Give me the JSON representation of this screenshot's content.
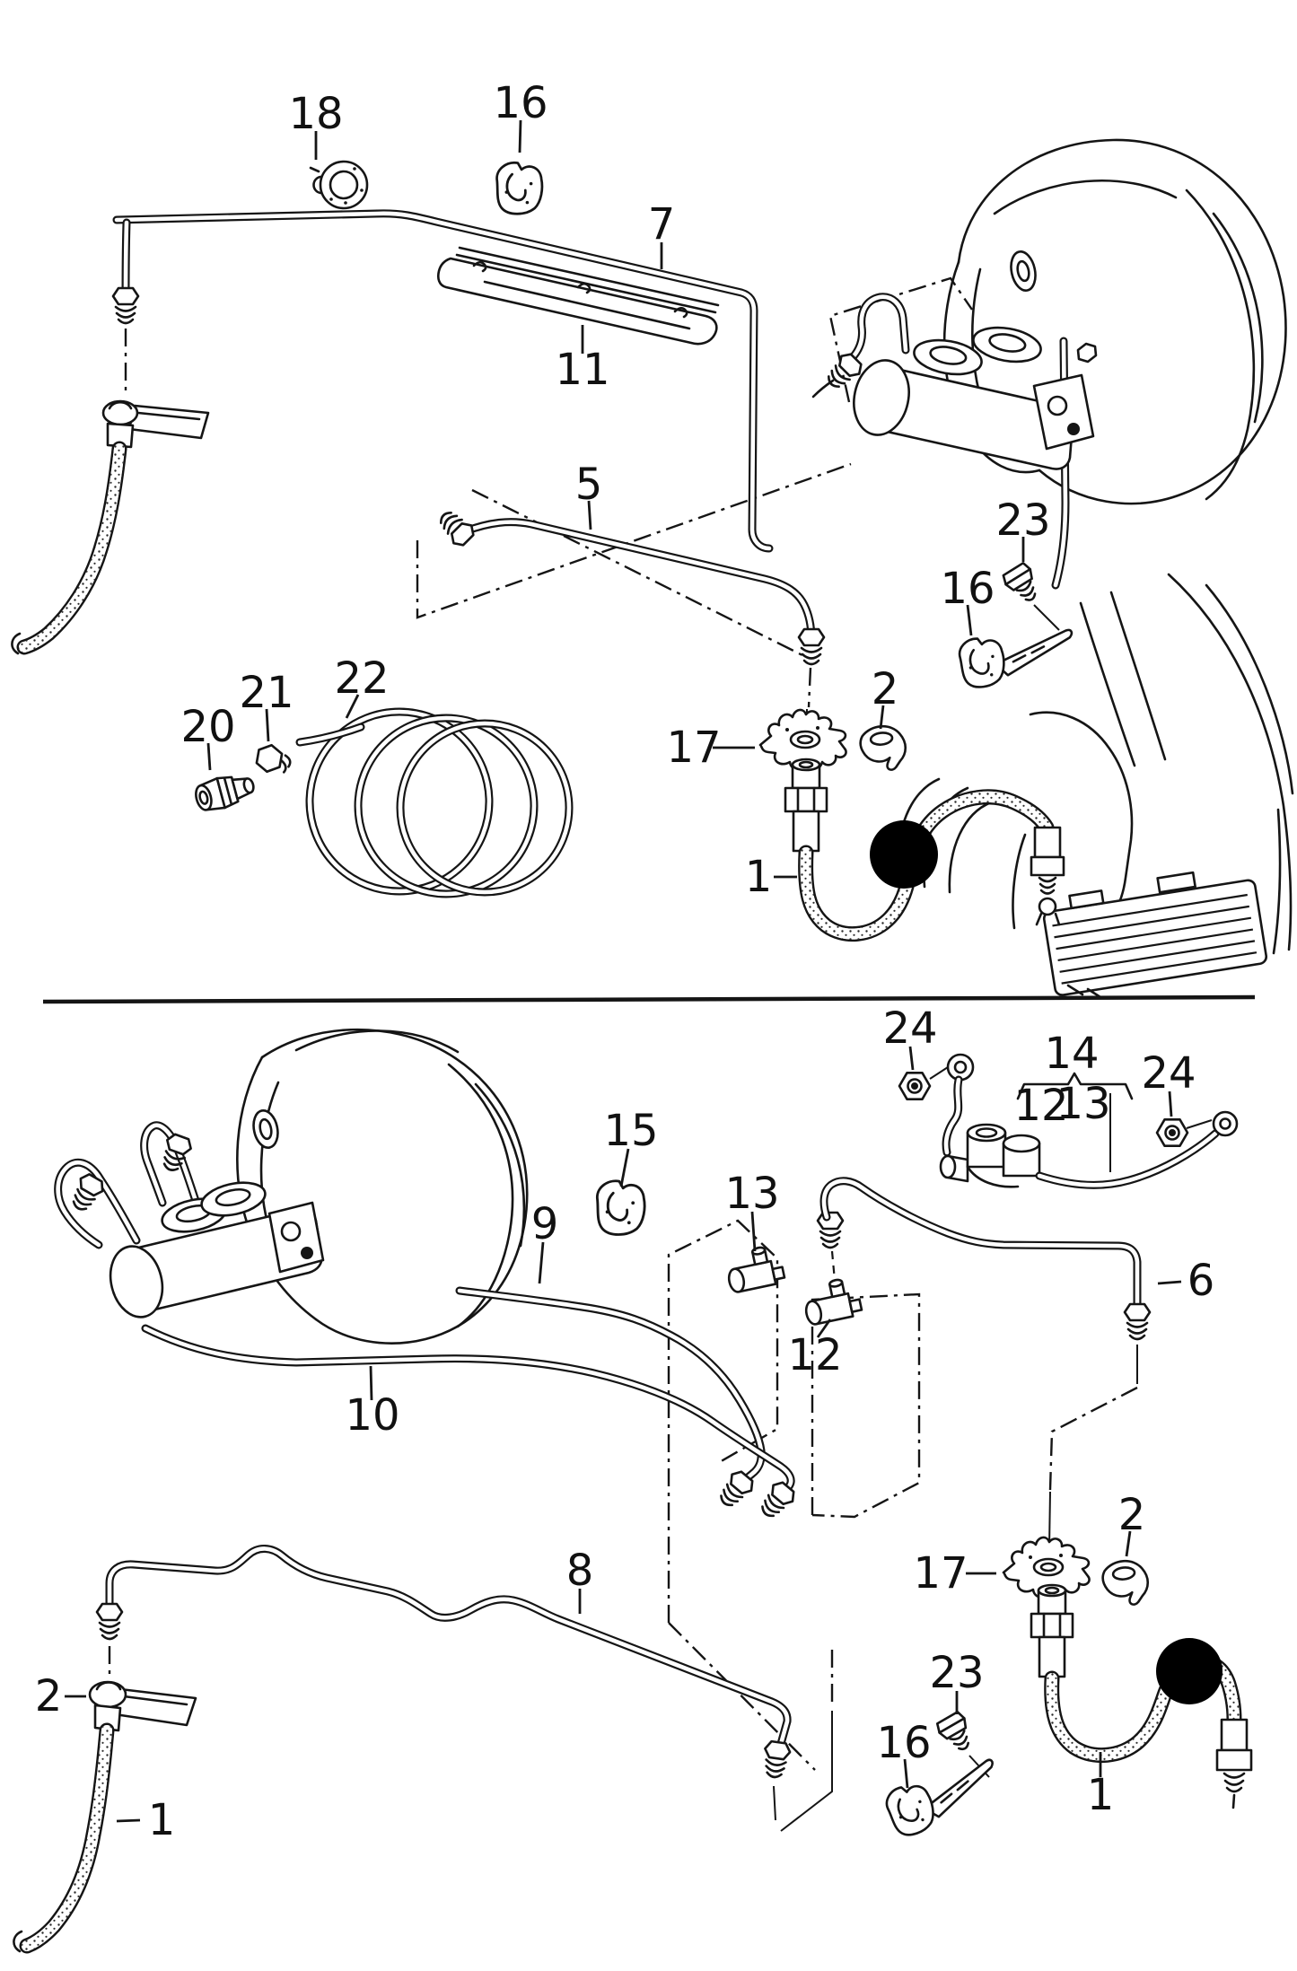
{
  "diagram": {
    "ink_color": "#151515",
    "paper_color": "#ffffff",
    "panel_count": 2,
    "redaction_dots": 2,
    "callouts": {
      "t18": "18",
      "t16_clip": "16",
      "t7": "7",
      "t11": "11",
      "t5": "5",
      "t23": "23",
      "t16_bracket": "16",
      "t22": "22",
      "t21": "21",
      "t20": "20",
      "t17": "17",
      "t2": "2",
      "t1": "1",
      "b24_left": "24",
      "b14": "14",
      "b12_label": "12",
      "b13_label": "13",
      "b24_right": "24",
      "b15": "15",
      "b13_valve": "13",
      "b9": "9",
      "b12_valve": "12",
      "b6": "6",
      "b10": "10",
      "b8": "8",
      "b2_left": "2",
      "b1_left": "1",
      "b17": "17",
      "b2_clip": "2",
      "b23": "23",
      "b16": "16",
      "b1_right": "1"
    }
  }
}
